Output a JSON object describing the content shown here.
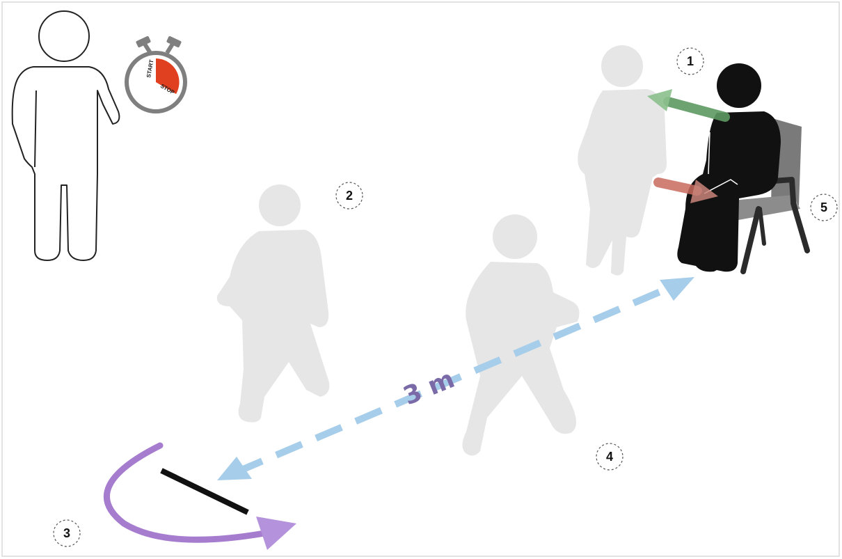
{
  "distance_label": "3 m",
  "stopwatch": {
    "start_label": "START",
    "stop_label": "STOP"
  },
  "markers": [
    {
      "id": "1",
      "label": "1"
    },
    {
      "id": "2",
      "label": "2"
    },
    {
      "id": "3",
      "label": "3"
    },
    {
      "id": "4",
      "label": "4"
    },
    {
      "id": "5",
      "label": "5"
    }
  ],
  "colors": {
    "ghost_figure": "#e6e6e6",
    "patient": "#111111",
    "chair": "#7a7a7a",
    "walk_path": "#a6cde9",
    "distance_text": "#7a6aa8",
    "turn_arrow": "#a67ccf",
    "lean_arrow": "#5e9a62",
    "stand_arrow": "#c96a5e",
    "stopwatch_face": "#e0401f",
    "stopwatch_frame": "#7f7f7f"
  }
}
